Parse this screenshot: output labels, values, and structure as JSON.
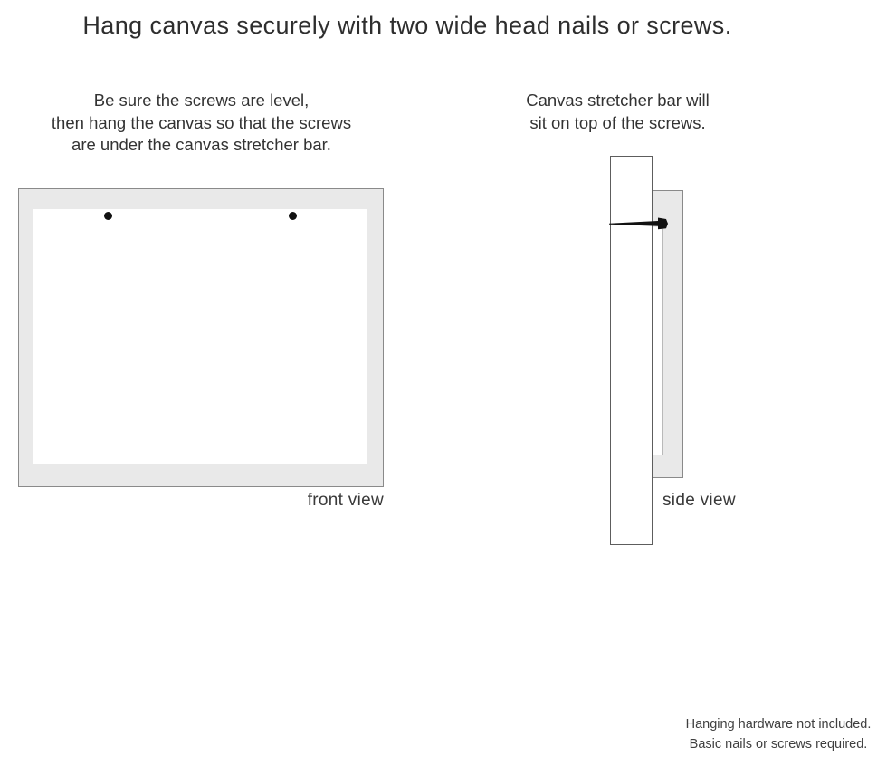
{
  "page": {
    "title": "Hang canvas securely with two wide head nails or screws."
  },
  "instructions": {
    "front": {
      "lines": [
        "Be sure the screws are level,",
        "then hang the canvas so that the screws",
        "are under the canvas stretcher bar."
      ]
    },
    "side": {
      "lines": [
        "Canvas stretcher bar will",
        "sit on top of the screws."
      ]
    }
  },
  "diagrams": {
    "front_view": {
      "label": "front view",
      "screw_count": 2
    },
    "side_view": {
      "label": "side view"
    }
  },
  "footer": {
    "lines": [
      "Hanging hardware not included.",
      "Basic nails or screws required."
    ]
  },
  "colors": {
    "canvas_fill": "#e9e9e9",
    "canvas_border": "#8a8a8a",
    "wall_border": "#5d5d5d",
    "screw": "#111111",
    "text": "#3a3a3a"
  }
}
